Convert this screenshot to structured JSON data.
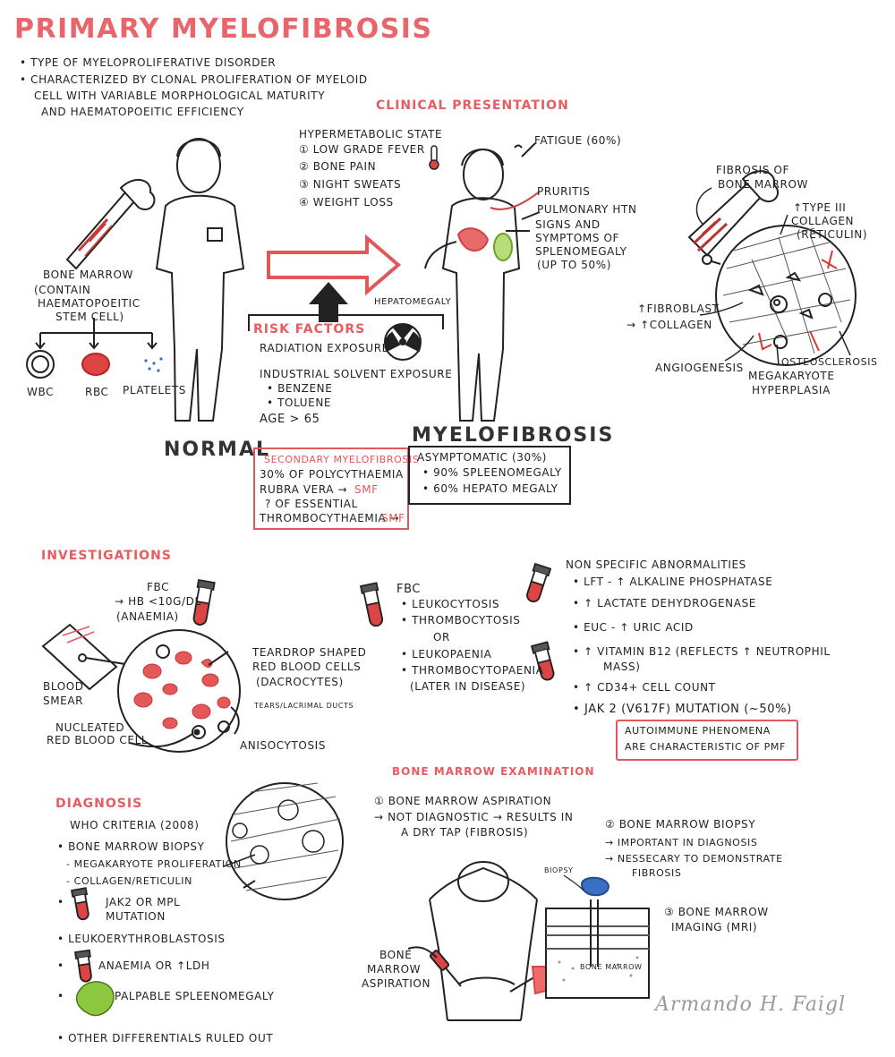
{
  "title": "PRIMARY MYELOFIBROSIS",
  "intro": [
    "• TYPE OF MYELOPROLIFERATIVE DISORDER",
    "• CHARACTERIZED BY CLONAL PROLIFERATION OF MYELOID",
    "CELL WITH VARIABLE MORPHOLOGICAL MATURITY",
    "AND HAEMATOPOEITIC EFFICIENCY"
  ],
  "normal": {
    "bone_marrow": [
      "BONE MARROW",
      "(CONTAIN",
      "HAEMATOPOEITIC",
      "STEM CELL)"
    ],
    "cells": {
      "wbc": "WBC",
      "rbc": "RBC",
      "platelets": "PLATELETS"
    },
    "label": "NORMAL"
  },
  "clinical": {
    "heading": "CLINICAL PRESENTATION",
    "hypermetabolic": [
      "HYPERMETABOLIC STATE",
      "① LOW GRADE FEVER",
      "② BONE PAIN",
      "③ NIGHT SWEATS",
      "④ WEIGHT LOSS"
    ],
    "fatigue": "FATIGUE (60%)",
    "pruritis": "PRURITIS",
    "pulmonary": "PULMONARY HTN",
    "spleno": [
      "SIGNS AND",
      "SYMPTOMS OF",
      "SPLENOMEGALY",
      "(UP TO 50%)"
    ],
    "hepatomegaly": "HEPATOMEGALY"
  },
  "risk": {
    "heading": "RISK FACTORS",
    "radiation": "RADIATION EXPOSURE",
    "solvent": "INDUSTRIAL SOLVENT EXPOSURE",
    "benzene": "• BENZENE",
    "toluene": "• TOLUENE",
    "age": "AGE > 65"
  },
  "secondary": {
    "heading": "SECONDARY MYELOFIBROSIS",
    "line1": "30% OF POLYCYTHAEMIA",
    "line2": "RUBRA VERA →",
    "smf": "SMF",
    "line3": "? OF ESSENTIAL",
    "line4": "THROMBOCYTHAEMIA →"
  },
  "myelofibrosis": {
    "label": "MYELOFIBROSIS",
    "asym": "ASYMPTOMATIC (30%)",
    "spleno": "• 90% SPLEENOMEGALY",
    "hepato": "• 60% HEPATO MEGALY"
  },
  "fibrosis": {
    "heading": [
      "FIBROSIS OF",
      "BONE MARROW"
    ],
    "collagen": [
      "↑TYPE III",
      "COLLAGEN",
      "(RETICULIN)"
    ],
    "fibroblast": [
      "↑FIBROBLAST",
      "→ ↑COLLAGEN"
    ],
    "angiogenesis": "ANGIOGENESIS",
    "megakaryote": [
      "MEGAKARYOTE",
      "HYPERPLASIA"
    ],
    "osteosclerosis": "OSTEOSCLEROSIS"
  },
  "investigations": {
    "heading": "INVESTIGATIONS",
    "fbc1": [
      "FBC",
      "→ Hb <10g/dl",
      "(ANAEMIA)"
    ],
    "smear": [
      "BLOOD",
      "SMEAR"
    ],
    "teardrop": [
      "TEARDROP SHAPED",
      "RED BLOOD CELLS",
      "(DACROCYTES)"
    ],
    "tears": "TEARS/LACRIMAL DUCTS",
    "nucleated": [
      "NUCLEATED",
      "RED BLOOD CELL"
    ],
    "aniso": "ANISOCYTOSIS",
    "fbc2": [
      "FBC",
      "• LEUKOCYTOSIS",
      "• THROMBOCYTOSIS",
      "OR",
      "• LEUKOPAENIA",
      "• THROMBOCYTOPAENIA",
      "(LATER IN DISEASE)"
    ],
    "nonspecific": [
      "NON SPECIFIC ABNORMALITIES",
      "• LFT - ↑ ALKALINE PHOSPHATASE",
      "• ↑ LACTATE DEHYDROGENASE",
      "• EUC - ↑ URIC ACID",
      "• ↑ VITAMIN B12 (REFLECTS ↑ NEUTROPHIL",
      "MASS)",
      "• ↑ CD34+ CELL COUNT",
      "• JAK 2 (V617F) MUTATION (~50%)"
    ],
    "autoimmune": [
      "AUTOIMMUNE PHENOMENA",
      "ARE CHARACTERISTIC OF PMF"
    ]
  },
  "diagnosis": {
    "heading": "DIAGNOSIS",
    "who": "WHO CRITERIA (2008)",
    "items": [
      "• BONE MARROW BIOPSY",
      "- MEGAKARYOTE PROLIFERATION",
      "- COLLAGEN/RETICULIN",
      "JAK2 OR MPL",
      "MUTATION",
      "• LEUKOERYTHROBLASTOSIS",
      "ANAEMIA OR ↑LDH",
      "PALPABLE SPLEENOMEGALY",
      "• OTHER DIFFERENTIALS RULED OUT"
    ]
  },
  "bme": {
    "heading": "BONE MARROW EXAMINATION",
    "aspiration": [
      "① BONE MARROW ASPIRATION",
      "→ NOT DIAGNOSTIC → RESULTS IN",
      "A DRY TAP (FIBROSIS)"
    ],
    "biopsy": [
      "② BONE MARROW BIOPSY",
      "→ IMPORTANT IN DIAGNOSIS",
      "→ NESSECARY TO DEMONSTRATE",
      "FIBROSIS"
    ],
    "imaging": [
      "③ BONE MARROW",
      "IMAGING (MRI)"
    ],
    "biopsy_tag": "BIOPSY",
    "bm_tag": "BONE MARROW",
    "asp_label": [
      "BONE",
      "MARROW",
      "ASPIRATION"
    ]
  },
  "signature": "Armando H. Faigl",
  "colors": {
    "accent": "#e2575a",
    "ink": "#222222",
    "green": "#8dc63f",
    "blue": "#2e5fa8"
  }
}
